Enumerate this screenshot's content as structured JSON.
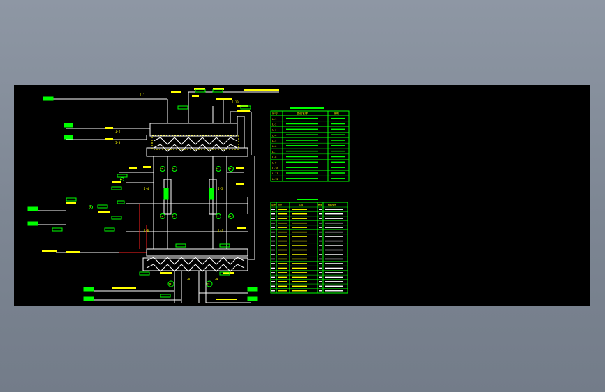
{
  "viewer": {
    "background_color": "#7d8693",
    "drawing_background": "#000000"
  },
  "colors": {
    "pipe": "#ffffff",
    "label": "#ffff00",
    "equipment": "#00ff00",
    "tag_box": "#00ff00",
    "instrument": "#ffff00",
    "red_line": "#ff2020",
    "cyan_line": "#00ffff",
    "table_line": "#00ff00"
  },
  "diagram": {
    "stream_labels": [
      "I-1",
      "I-2",
      "I-3",
      "I-4",
      "I-5",
      "I-6",
      "I-7",
      "I-8",
      "I-9",
      "I-10"
    ],
    "instrument_tags": [
      "TI",
      "PI",
      "FI",
      "TI",
      "PI",
      "LI",
      "TI",
      "PI",
      "FI",
      "TI",
      "PI",
      "TI"
    ]
  },
  "tables": {
    "pipe_table": {
      "header": [
        "序号",
        "管道名称",
        "规格"
      ],
      "rows": [
        [
          "L-1",
          "—",
          "—"
        ],
        [
          "L-2",
          "—",
          "—"
        ],
        [
          "L-3",
          "—",
          "—"
        ],
        [
          "L-4",
          "—",
          "—"
        ],
        [
          "L-5",
          "—",
          "—"
        ],
        [
          "L-6",
          "—",
          "—"
        ],
        [
          "L-7",
          "—",
          "—"
        ],
        [
          "L-8",
          "—",
          "—"
        ],
        [
          "L-9",
          "—",
          "—"
        ],
        [
          "L-10",
          "—",
          "—"
        ],
        [
          "L-11",
          "—",
          "—"
        ],
        [
          "L-12",
          "—",
          "—"
        ]
      ]
    },
    "equipment_table": {
      "header": [
        "序号",
        "位号",
        "名称",
        "数量",
        "规格型号"
      ],
      "row_count": 19
    }
  }
}
